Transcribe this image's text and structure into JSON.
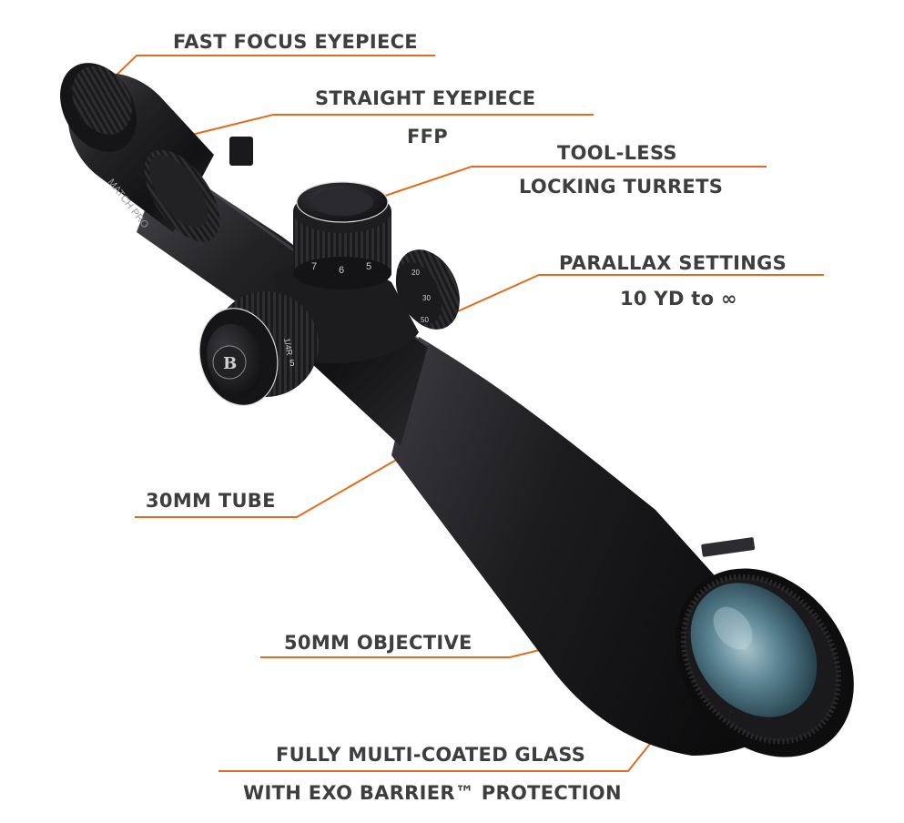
{
  "callouts": {
    "fast_focus": "FAST FOCUS EYEPIECE",
    "straight_eyepiece": "STRAIGHT EYEPIECE",
    "ffp": "FFP",
    "tool_less": "TOOL-LESS",
    "locking_turrets": "LOCKING TURRETS",
    "parallax": "PARALLAX SETTINGS",
    "parallax_range": "10 YD to ∞",
    "tube": "30MM TUBE",
    "objective": "50MM OBJECTIVE",
    "glass_line1": "FULLY MULTI-COATED GLASS",
    "glass_line2": "WITH EXO BARRIER™ PROTECTION"
  },
  "product": {
    "model_text": "MATCH PRO",
    "brand_mark": "B",
    "turret_numbers": [
      "7",
      "6",
      "5"
    ],
    "side_turret_numbers": [
      "1/4R",
      "5"
    ],
    "parallax_numbers": [
      "20",
      "30",
      "50"
    ]
  },
  "colors": {
    "accent": "#e06d1f",
    "text": "#3e3e3e",
    "scope_body": "#1c1c1e",
    "lens": "#3a6170"
  }
}
